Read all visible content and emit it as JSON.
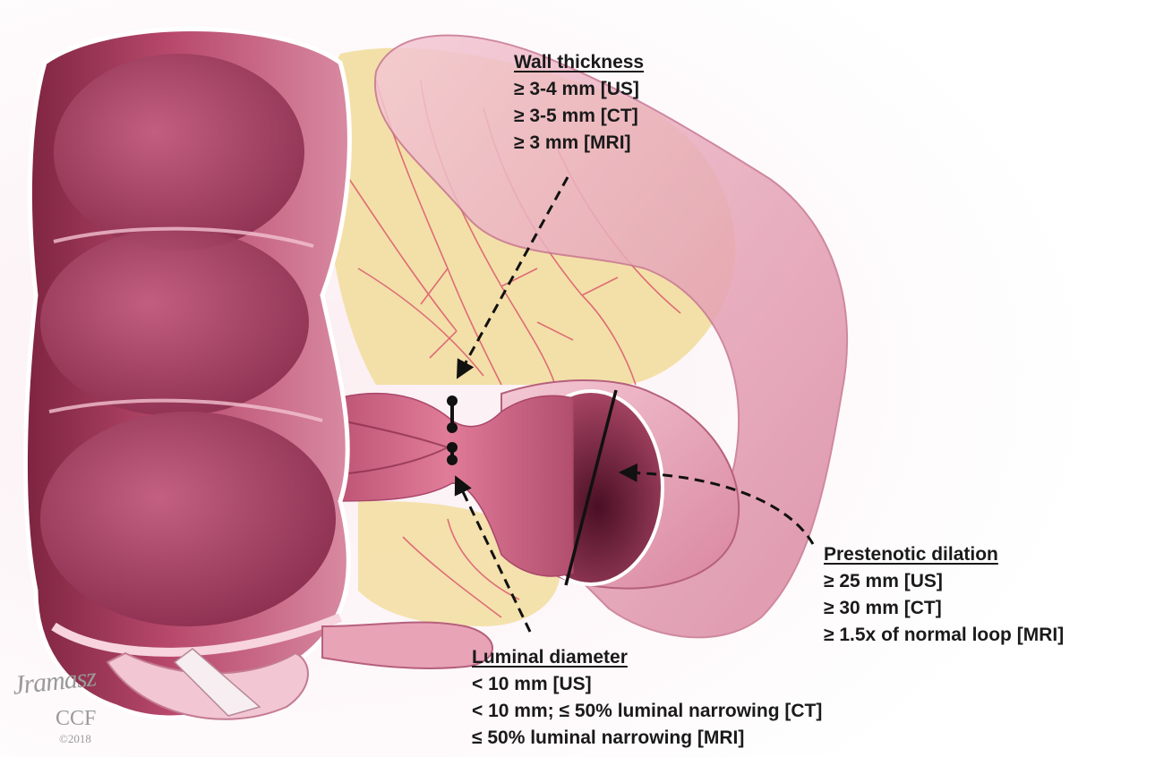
{
  "wall_thickness": {
    "heading": "Wall thickness",
    "items": [
      "≥  3-4 mm [US]",
      "≥  3-5 mm [CT]",
      "≥  3 mm [MRI]"
    ]
  },
  "prestenotic_dilation": {
    "heading": "Prestenotic dilation",
    "items": [
      "≥  25 mm [US]",
      "≥  30 mm [CT]",
      "≥  1.5x of normal loop [MRI]"
    ]
  },
  "luminal_diameter": {
    "heading": "Luminal diameter",
    "items": [
      "< 10 mm [US]",
      "< 10 mm; ≤ 50% luminal narrowing  [CT]",
      "≤ 50% luminal narrowing [MRI]"
    ]
  },
  "signature": {
    "name": "Jramasz",
    "org": "CCF",
    "year": "©2018"
  },
  "colors": {
    "bowel_dark": "#8e2f4c",
    "bowel_mid": "#c6567a",
    "bowel_light": "#ecaec0",
    "mesentery": "#f1dc9a",
    "vessels": "#d9506a",
    "annotation": "#111111"
  }
}
